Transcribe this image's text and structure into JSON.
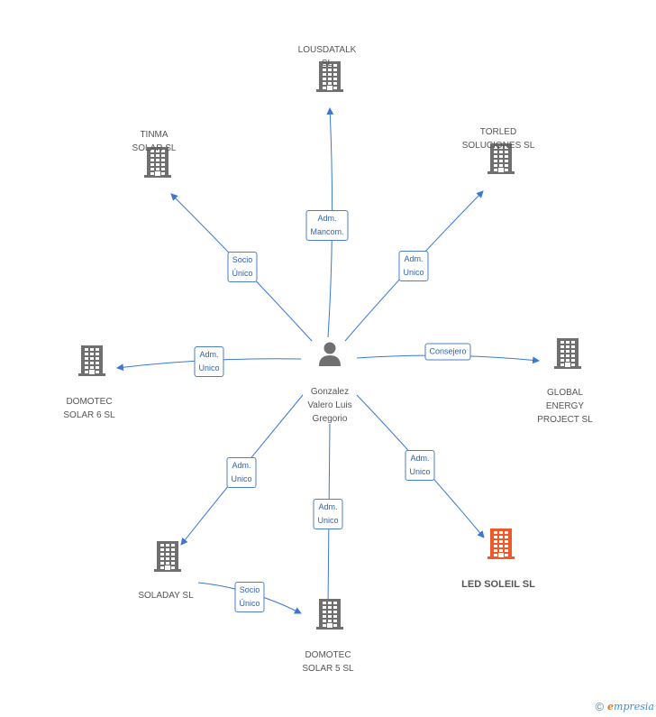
{
  "center": {
    "name": "Gonzalez\nValero Luis\nGregorio",
    "icon": "person-icon"
  },
  "nodes": [
    {
      "id": "lousdatalk",
      "label": "LOUSDATALK\nSL",
      "highlight": false
    },
    {
      "id": "tinma",
      "label": "TINMA\nSOLAR SL",
      "highlight": false
    },
    {
      "id": "torled",
      "label": "TORLED\nSOLUCIONES SL",
      "highlight": false
    },
    {
      "id": "domotec6",
      "label": "DOMOTEC\nSOLAR 6 SL",
      "highlight": false
    },
    {
      "id": "global",
      "label": "GLOBAL\nENERGY\nPROJECT SL",
      "highlight": false
    },
    {
      "id": "soladay",
      "label": "SOLADAY SL",
      "highlight": false
    },
    {
      "id": "domotec5",
      "label": "DOMOTEC\nSOLAR 5 SL",
      "highlight": false
    },
    {
      "id": "ledsoleil",
      "label": "LED SOLEIL SL",
      "highlight": true
    }
  ],
  "edges": [
    {
      "from": "center",
      "to": "lousdatalk",
      "label": "Adm.\nMancom."
    },
    {
      "from": "center",
      "to": "tinma",
      "label": "Socio\nÚnico"
    },
    {
      "from": "center",
      "to": "torled",
      "label": "Adm.\nUnico"
    },
    {
      "from": "center",
      "to": "domotec6",
      "label": "Adm.\nUnico"
    },
    {
      "from": "center",
      "to": "global",
      "label": "Consejero"
    },
    {
      "from": "center",
      "to": "soladay",
      "label": "Adm.\nUnico"
    },
    {
      "from": "center",
      "to": "domotec5",
      "label": "Adm.\nUnico"
    },
    {
      "from": "center",
      "to": "ledsoleil",
      "label": "Adm.\nUnico"
    },
    {
      "from": "soladay",
      "to": "domotec5",
      "label": "Socio\nÚnico"
    }
  ],
  "colors": {
    "edge": "#3a78d4",
    "building": "#6f6f6f",
    "highlight_building": "#f05a28",
    "person": "#6f6f6f"
  },
  "footer": {
    "copyright": "©",
    "brand_initial": "e",
    "brand_rest": "mpresia"
  }
}
